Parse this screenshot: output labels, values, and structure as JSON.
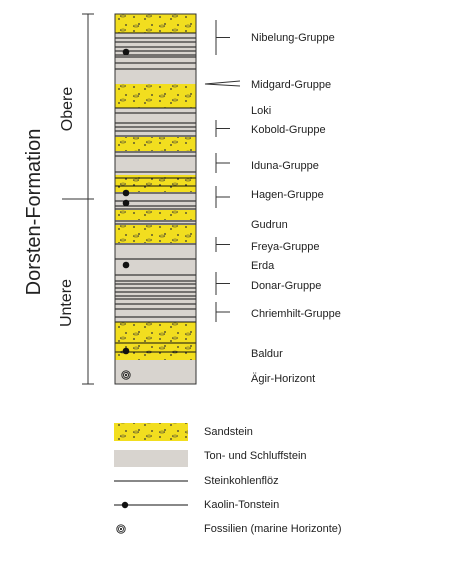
{
  "formation": {
    "title": "Dorsten-Formation",
    "upper_label": "Obere",
    "lower_label": "Untere"
  },
  "colors": {
    "sandstone": "#f2de1f",
    "claystone": "#d8d4cf",
    "seam": "#111111",
    "outline": "#333333"
  },
  "units": [
    {
      "name": "Nibelung-Gruppe",
      "bracket": "range"
    },
    {
      "name": "Midgard-Gruppe",
      "bracket": "wedge"
    },
    {
      "name": "Loki",
      "bracket": "none"
    },
    {
      "name": "Kobold-Gruppe",
      "bracket": "range"
    },
    {
      "name": "Iduna-Gruppe",
      "bracket": "range"
    },
    {
      "name": "Hagen-Gruppe",
      "bracket": "range"
    },
    {
      "name": "Gudrun",
      "bracket": "none"
    },
    {
      "name": "Freya-Gruppe",
      "bracket": "range"
    },
    {
      "name": "Erda",
      "bracket": "none"
    },
    {
      "name": "Donar-Gruppe",
      "bracket": "range"
    },
    {
      "name": "Chriemhilt-Gruppe",
      "bracket": "range"
    },
    {
      "name": "Baldur",
      "bracket": "none"
    },
    {
      "name": "Ägir-Horizont",
      "bracket": "none"
    }
  ],
  "legend": {
    "sandstone": "Sandstein",
    "claystone": "Ton- und Schluffstein",
    "coal_seam": "Steinkohlenflöz",
    "kaolin": "Kaolin-Tonstein",
    "fossils": "Fossilien (marine Horizonte)"
  }
}
